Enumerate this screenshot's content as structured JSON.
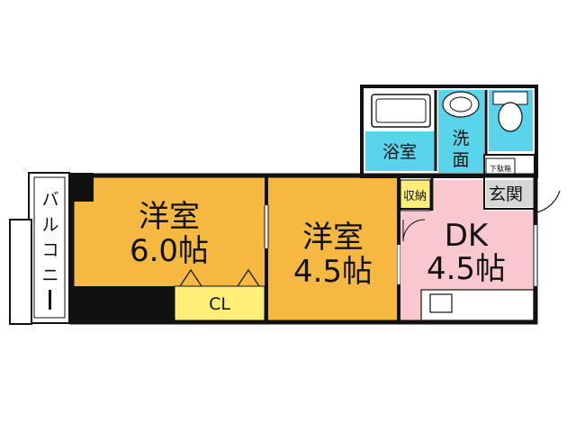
{
  "floor_plan": {
    "rooms": {
      "western_large": {
        "name": "洋室",
        "size": "6.0帖"
      },
      "western_small": {
        "name": "洋室",
        "size": "4.5帖"
      },
      "dk": {
        "name": "DK",
        "size": "4.5帖"
      },
      "closet": {
        "label": "CL"
      },
      "storage": {
        "label": "収納"
      },
      "bath": {
        "label": "浴室"
      },
      "washroom": {
        "label": "洗\n面",
        "line1": "洗",
        "line2": "面"
      },
      "entrance": {
        "label": "玄関"
      },
      "shoe_box": {
        "label": "下駄箱"
      },
      "balcony": {
        "label": "バルコニー",
        "chars": [
          "バ",
          "ル",
          "コ",
          "ニ",
          "ー"
        ]
      }
    },
    "colors": {
      "western": "#f5b942",
      "dk": "#f9c8cf",
      "closet": "#ffee77",
      "water": "#5ad4ea",
      "entrance": "#d6d6d6",
      "wall": "#111111"
    }
  }
}
